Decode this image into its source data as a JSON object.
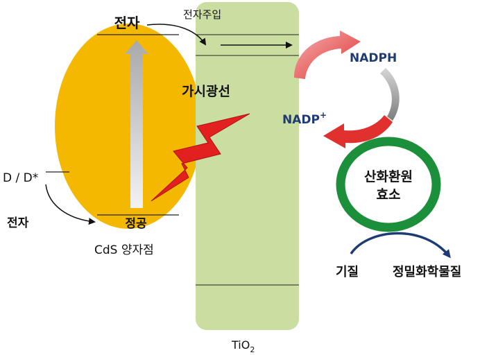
{
  "labels": {
    "electron_top": "전자",
    "electron_injection": "전자주입",
    "visible_light": "가시광선",
    "hole": "정공",
    "donor": "D / D*",
    "electron_left": "전자",
    "quantum_dot": "CdS 양자점",
    "tio2_main": "TiO",
    "tio2_sub": "2",
    "nadph": "NADPH",
    "nadp_main": "NADP",
    "nadp_sup": "+",
    "enzyme_line1": "산화환원",
    "enzyme_line2": "효소",
    "substrate": "기질",
    "fine_chemical": "정밀화학물질"
  },
  "colors": {
    "quantum_dot_fill": "#f5b800",
    "tio2_fill": "#c9dea0",
    "enzyme_ring": "#1c8f3a",
    "lightning": "#e32020",
    "cycle_red": "#e0312f",
    "cycle_gray": "#8a8a8a",
    "navy_text": "#1f3b73"
  }
}
